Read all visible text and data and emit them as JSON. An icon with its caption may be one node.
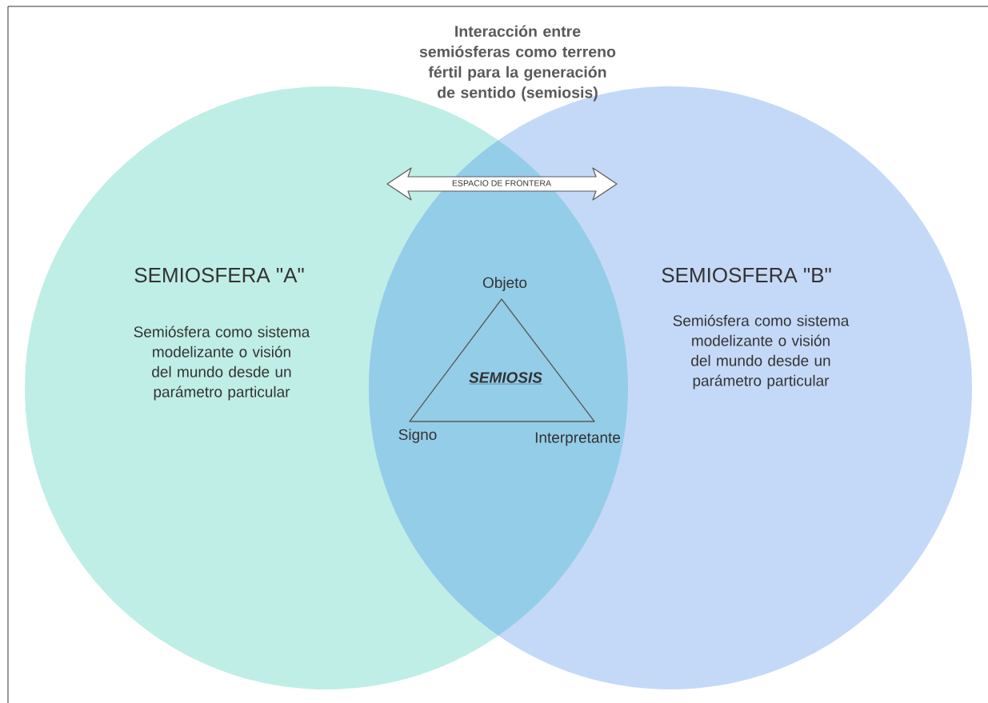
{
  "diagram": {
    "title": "Interacción entre semiósferas como terreno fértil para la generación de sentido (semiosis)",
    "nodes": [
      {
        "text": [
          "SEMIOSFERA \"A\"",
          "Semiósfera como sistema modelizante o visión del mundo desde un parámetro particular"
        ]
      },
      {
        "text": [
          "SEMIOSFERA \"B\"",
          "Semiósfera como sistema modelizante o visión del mundo desde un parámetro particular"
        ]
      },
      {
        "text": [
          "ESPACIO DE FRONTERA"
        ]
      },
      {
        "text": [
          "SEMIOSIS"
        ],
        "beside": [
          "Objeto",
          "Signo",
          "Interpretante"
        ]
      }
    ]
  }
}
